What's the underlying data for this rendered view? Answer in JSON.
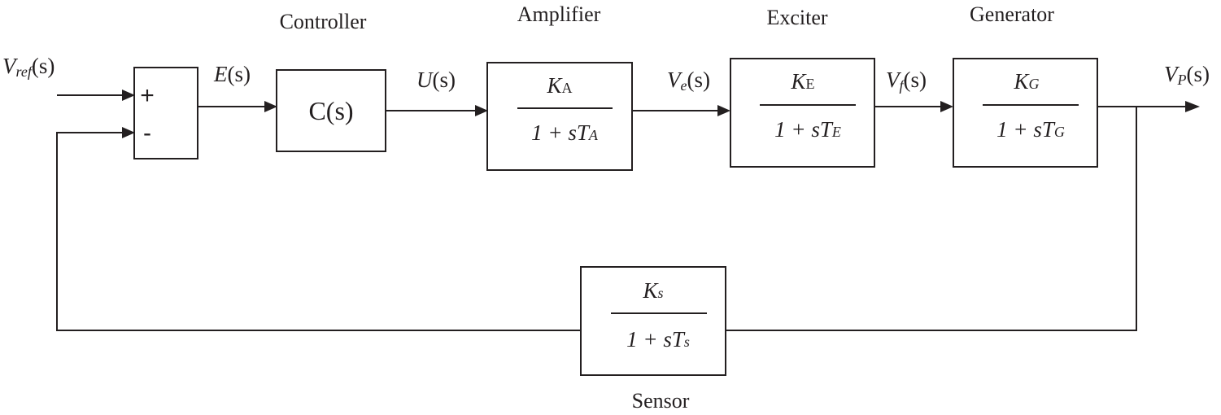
{
  "blocks": {
    "controller": {
      "title": "Controller",
      "content": "C(s)"
    },
    "amplifier": {
      "title": "Amplifier",
      "num_main": "K",
      "num_sub": "A",
      "den_main": "1 + sT",
      "den_sub": "A"
    },
    "exciter": {
      "title": "Exciter",
      "num_main": "K",
      "num_sub": "E",
      "den_main": "1 + sT",
      "den_sub": "E"
    },
    "generator": {
      "title": "Generator",
      "num_main": "K",
      "num_sub": "G",
      "den_main": "1 + sT",
      "den_sub": "G"
    },
    "sensor": {
      "title": "Sensor",
      "num_main": "K",
      "num_sub": "s",
      "den_main": "1 + sT",
      "den_sub": "s"
    }
  },
  "summing_junction": {
    "plus": "+",
    "minus": "-"
  },
  "signals": {
    "vref": {
      "main": "V",
      "sub": "ref",
      "arg": "(s)"
    },
    "error": {
      "main": "E",
      "arg": "(s)"
    },
    "control": {
      "main": "U",
      "arg": "(s)"
    },
    "ve": {
      "main": "V",
      "sub": "e",
      "arg": "(s)"
    },
    "vf": {
      "main": "V",
      "sub": "f",
      "arg": "(s)"
    },
    "vp": {
      "main": "V",
      "sub": "P",
      "arg": "(s)"
    }
  },
  "colors": {
    "ink": "#231f20",
    "background": "#ffffff"
  }
}
